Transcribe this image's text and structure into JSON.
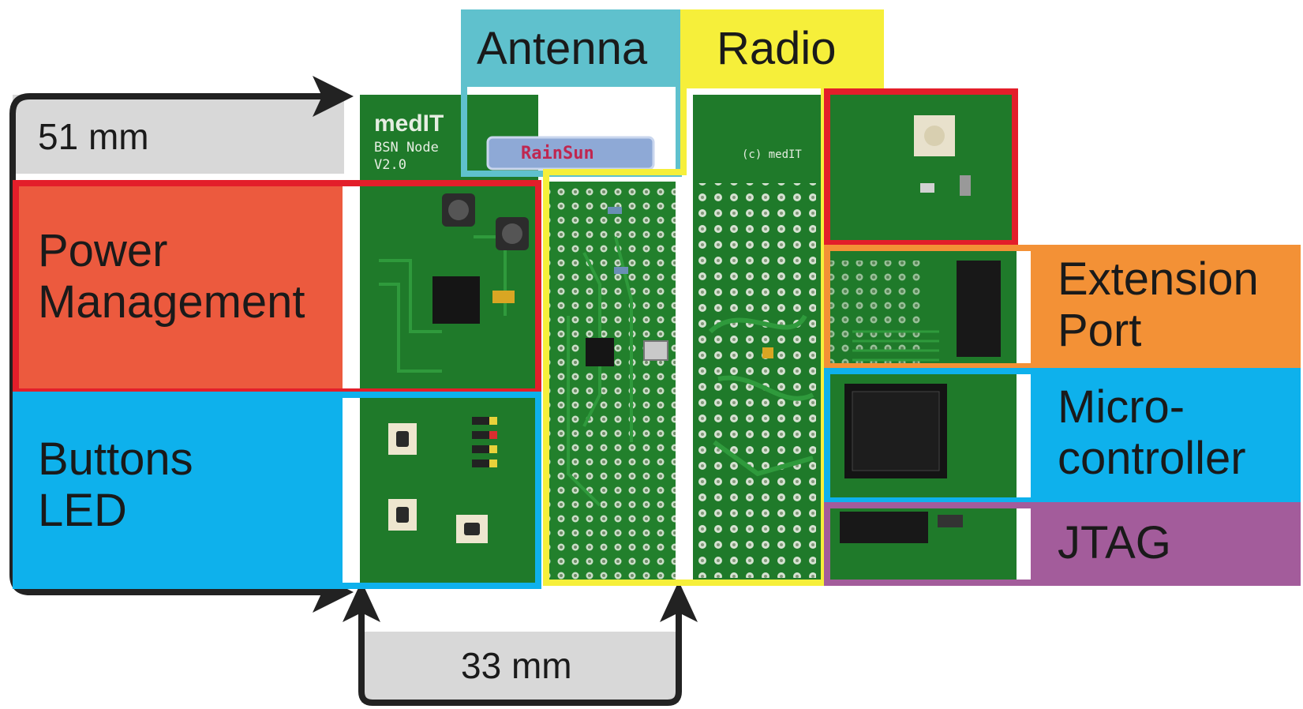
{
  "dimensions": {
    "height": "51 mm",
    "width": "33 mm"
  },
  "board_silkscreen": {
    "brand": "medIT",
    "model": "BSN Node",
    "version": "V2.0",
    "antenna_part": "RainSun",
    "copyright": "(c) medIT"
  },
  "callouts": {
    "antenna": "Antenna",
    "radio": "Radio",
    "power_management": [
      "Power",
      "Management"
    ],
    "buttons_led": [
      "Buttons",
      "LED"
    ],
    "extension_port": [
      "Extension",
      "Port"
    ],
    "microcontroller": [
      "Micro-",
      "controller"
    ],
    "jtag": "JTAG"
  },
  "colors": {
    "antenna": "#5fc1cd",
    "radio": "#f6ef3a",
    "power_management": "#ec5a3e",
    "power_border": "#e31e2a",
    "buttons_led": "#0eb1ec",
    "extension_port": "#f39136",
    "microcontroller": "#0eb1ec",
    "jtag": "#a35c9b",
    "dimension_box": "#d8d8d8",
    "pcb": "#1f7a2a"
  }
}
